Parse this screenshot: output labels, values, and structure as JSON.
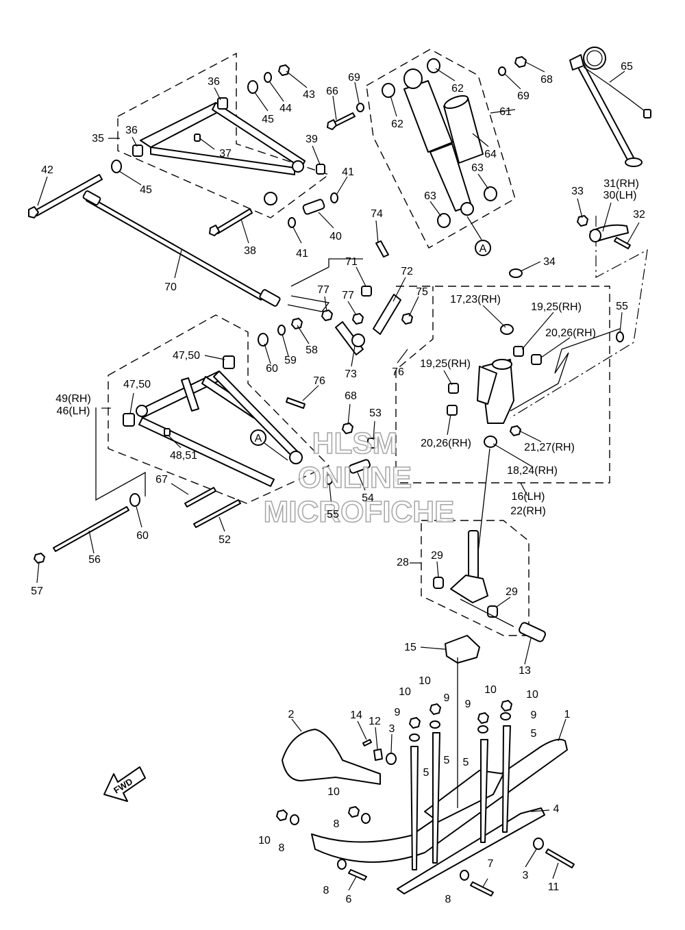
{
  "watermark": {
    "line1": "HLSM",
    "line2": "ONLINE",
    "line3": "MICROFICHE"
  },
  "fwd_label": "FWD",
  "callout_ref": "A",
  "part_labels": [
    "1",
    "2",
    "3",
    "3",
    "4",
    "5",
    "5",
    "5",
    "5",
    "6",
    "7",
    "8",
    "8",
    "8",
    "8",
    "9",
    "9",
    "9",
    "9",
    "10",
    "10",
    "10",
    "10",
    "10",
    "10",
    "11",
    "12",
    "13",
    "14",
    "15",
    "16(LH)",
    "22(RH)",
    "17,23(RH)",
    "18,24(RH)",
    "19,25(RH)",
    "19,25(RH)",
    "20,26(RH)",
    "20,26(RH)",
    "21,27(RH)",
    "28",
    "29",
    "29",
    "30(LH)",
    "31(RH)",
    "32",
    "33",
    "34",
    "35",
    "36",
    "36",
    "37",
    "38",
    "39",
    "40",
    "41",
    "41",
    "42",
    "43",
    "44",
    "45",
    "45",
    "46(LH)",
    "49(RH)",
    "47,50",
    "47,50",
    "48,51",
    "52",
    "53",
    "54",
    "55",
    "55",
    "56",
    "57",
    "58",
    "59",
    "60",
    "60",
    "61",
    "62",
    "62",
    "63",
    "63",
    "64",
    "65",
    "66",
    "67",
    "68",
    "68",
    "69",
    "69",
    "70",
    "71",
    "72",
    "73",
    "74",
    "75",
    "76",
    "76",
    "77",
    "77"
  ]
}
